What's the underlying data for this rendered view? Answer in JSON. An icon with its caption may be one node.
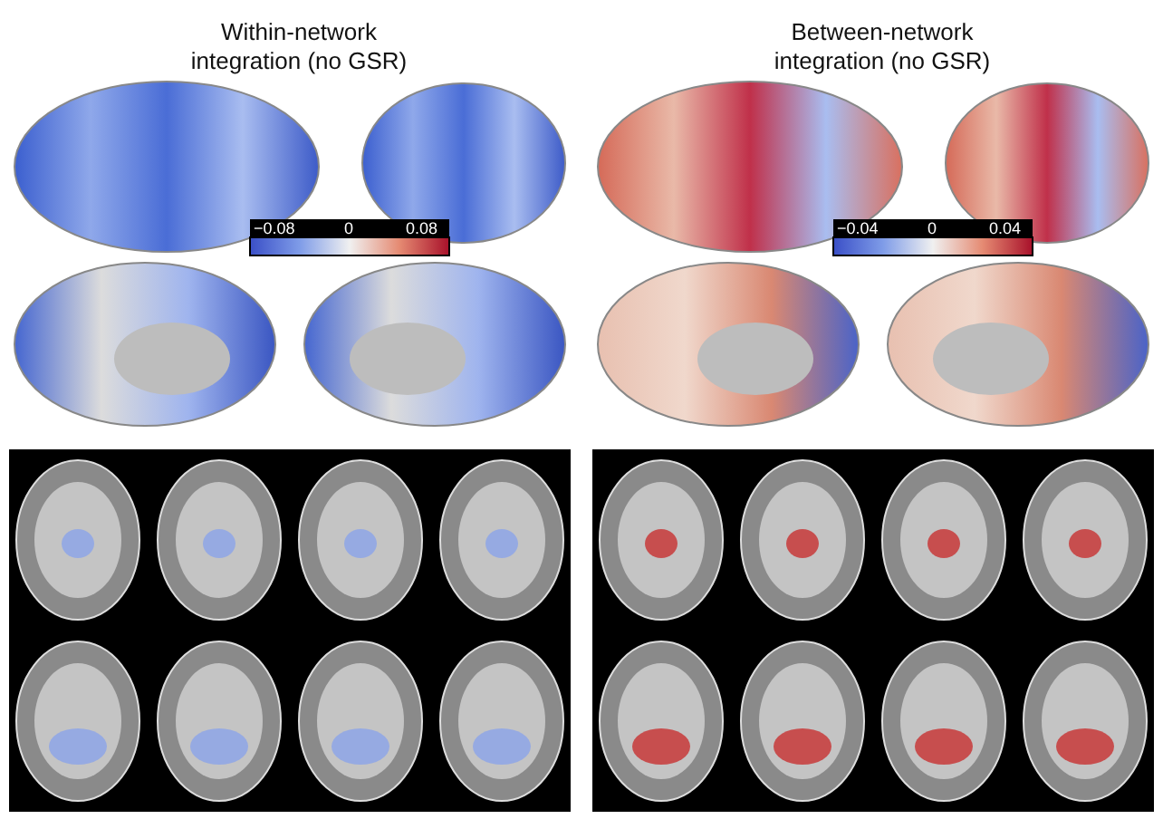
{
  "diagram": {
    "labels": [
      "Within-network integration (no GSR)",
      "−0.08",
      "0",
      "0.08",
      "Between-network integration (no GSR)",
      "−0.04",
      "0",
      "0.04"
    ]
  }
}
